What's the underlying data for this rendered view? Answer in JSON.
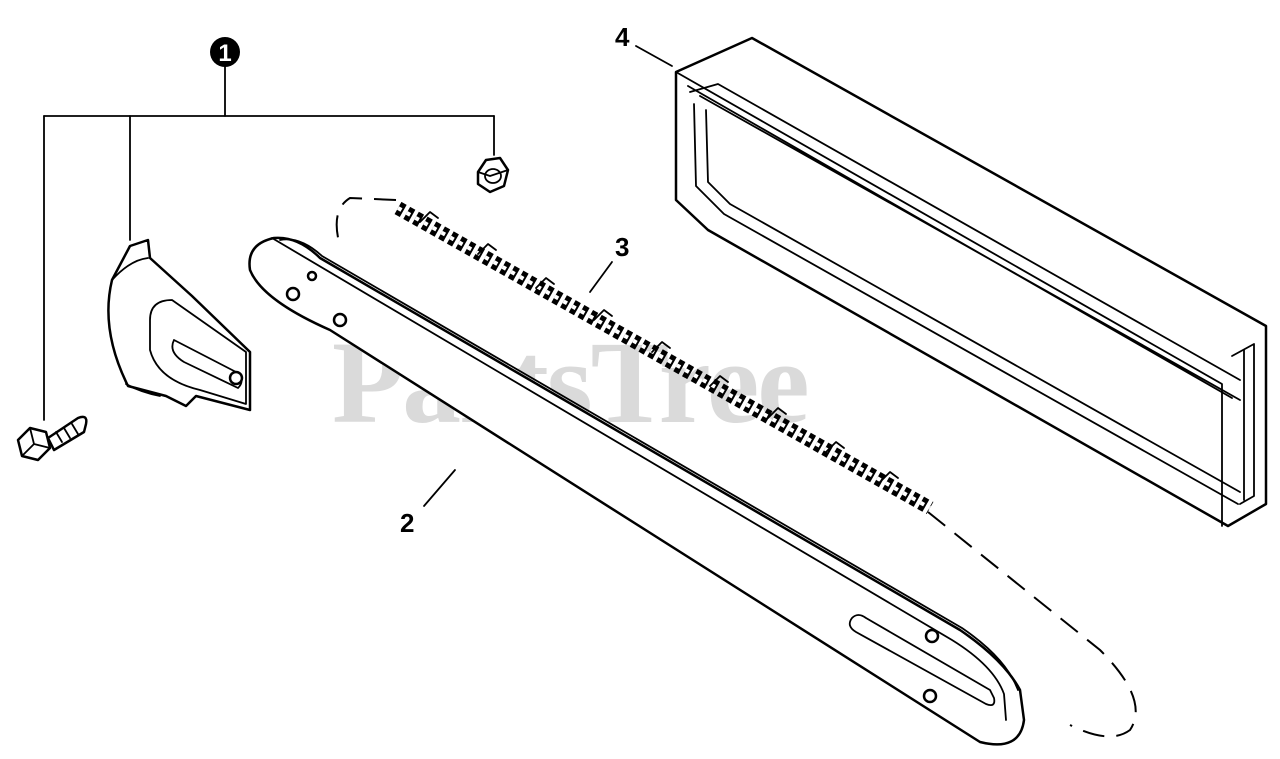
{
  "watermark": "PartsTree",
  "parts": [
    {
      "number": "1",
      "kind": "kit-callout"
    },
    {
      "number": "2",
      "kind": "guide-bar"
    },
    {
      "number": "3",
      "kind": "saw-chain"
    },
    {
      "number": "4",
      "kind": "scabbard"
    }
  ],
  "colors": {
    "ink": "#000000",
    "watermark": "#d4d4d4",
    "background": "#ffffff"
  }
}
